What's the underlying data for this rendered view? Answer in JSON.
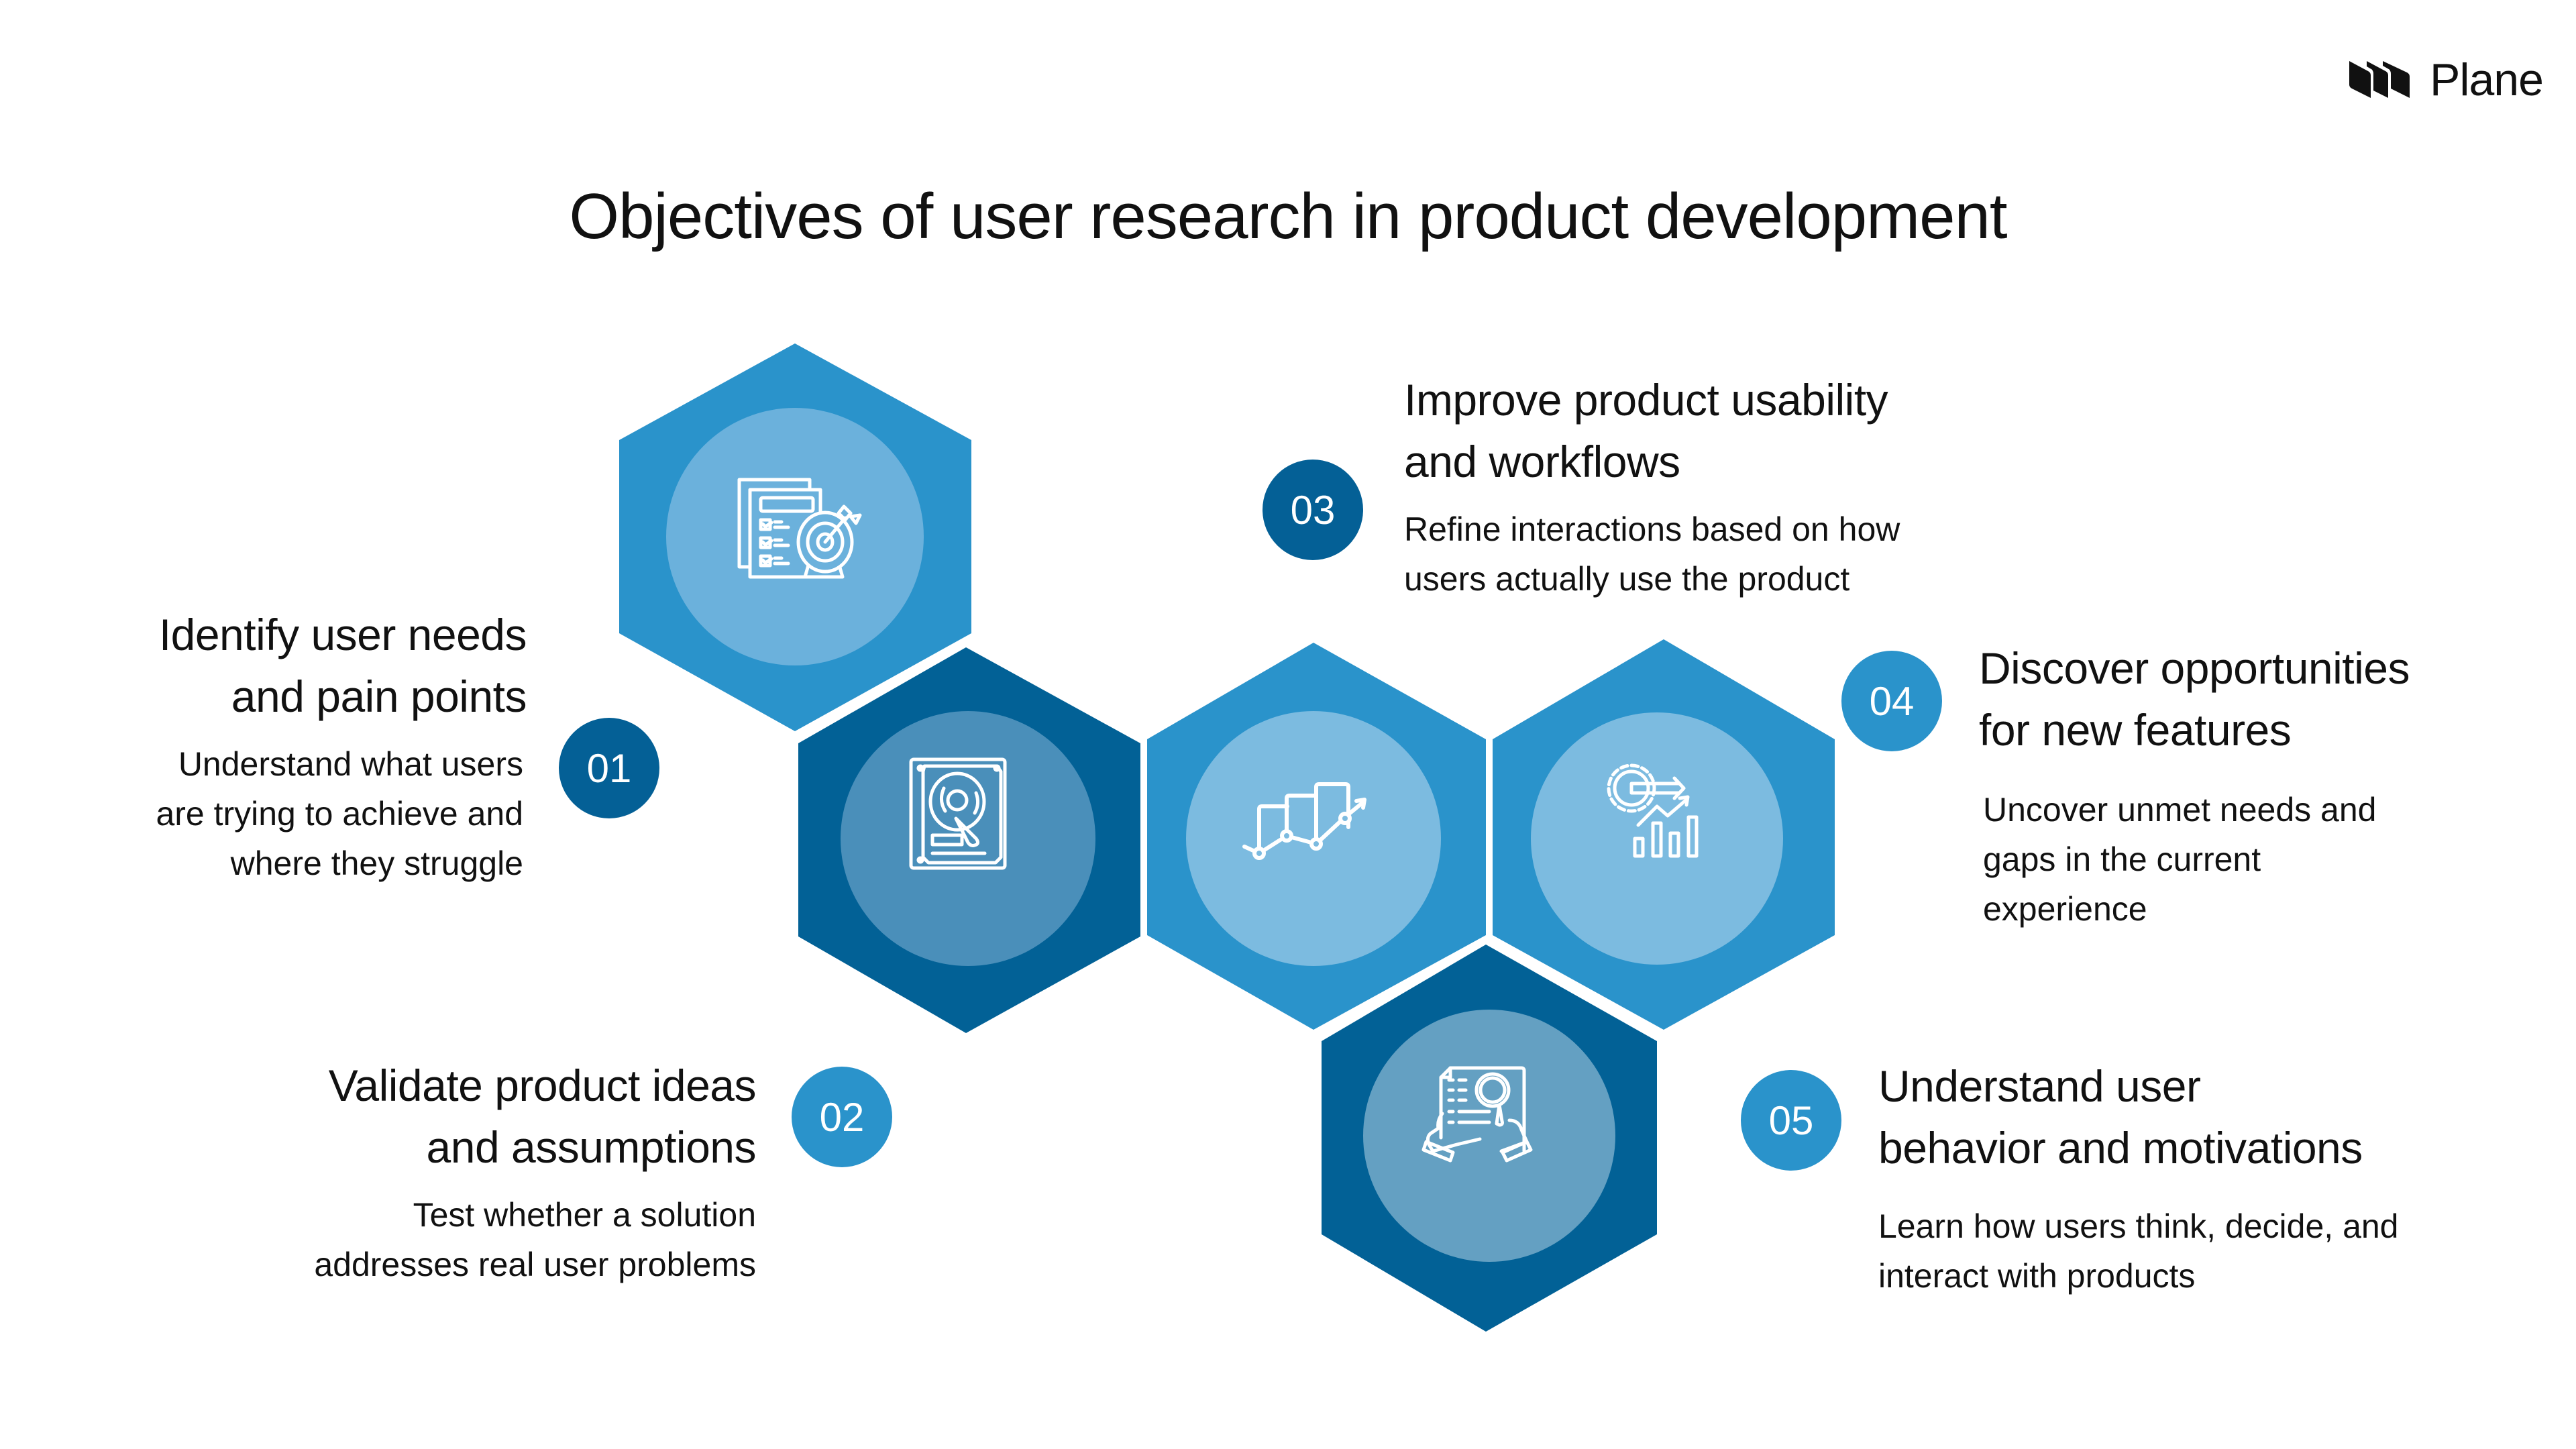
{
  "brand": {
    "name": "Plane",
    "logo_icon": "plane-logo-icon"
  },
  "title": "Objectives of user research in product development",
  "colors": {
    "hex_light": "#2A93CB",
    "hex_dark": "#026196",
    "circle_on_light": "#7CBBE0",
    "circle_on_light_top": "#6BB1DC",
    "circle_on_dark": "#4A8FBA",
    "circle_on_dark_bottom": "#64A0C2",
    "badge_dark": "#046096",
    "badge_light": "#2A93CB",
    "text": "#111111"
  },
  "objectives": [
    {
      "number": "01",
      "heading": [
        "Identify user needs",
        "and pain points"
      ],
      "description": [
        "Understand what users",
        "are trying to achieve and",
        "where they struggle"
      ],
      "icon": "target-checklist-icon"
    },
    {
      "number": "02",
      "heading": [
        "Validate product ideas",
        "and assumptions"
      ],
      "description": [
        "Test whether a solution",
        "addresses real user problems"
      ],
      "icon": "hard-drive-icon"
    },
    {
      "number": "03",
      "heading": [
        "Improve product usability",
        "and workflows"
      ],
      "description": [
        "Refine interactions based on how",
        "users actually use the product"
      ],
      "icon": "growth-chart-icon"
    },
    {
      "number": "04",
      "heading": [
        "Discover opportunities",
        "for new features"
      ],
      "description": [
        "Uncover unmet needs and",
        "gaps in the current",
        "experience"
      ],
      "icon": "gear-analytics-icon"
    },
    {
      "number": "05",
      "heading": [
        "Understand user",
        "behavior and motivations"
      ],
      "description": [
        "Learn how users think, decide, and",
        "interact with products"
      ],
      "icon": "document-search-icon"
    }
  ]
}
